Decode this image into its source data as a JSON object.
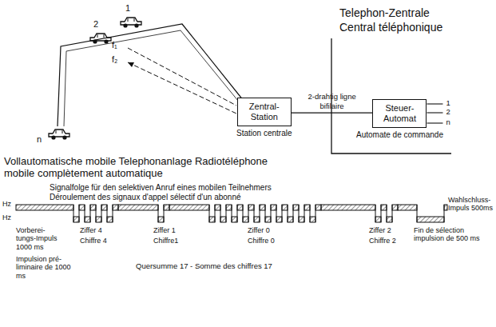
{
  "diagram": {
    "title": "Vollautomatische mobile Telephonanlage Radiotéléphone mobile complètement automatique",
    "nodes": [
      {
        "text": [
          "Zentral-Station",
          "Station centrale"
        ]
      },
      {
        "text": [
          "Steuer-Automat",
          "Automate de commande"
        ]
      }
    ],
    "edges": [
      {
        "from": 0,
        "to": 1,
        "label": "2-drahtig ligne bifilaire",
        "arrow": "none"
      }
    ],
    "labels": [
      "1",
      "2",
      "n",
      "f₁",
      "f₂",
      "Telephon-Zentrale",
      "Central téléphonique",
      "1",
      "2",
      "n",
      "Signalfolge für den selektiven Anruf eines mobilen Teilnehmers",
      "Déroulement des signaux d'appel sélectif d'un abonné",
      "Hz",
      "Hz",
      "Vorberei- tungs-Impuls 1000 ms",
      "Impulsion pré- liminaire de 1000 ms",
      "Ziffer 4",
      "Chiffre 4",
      "Ziffer 1",
      "Chiffre1",
      "Ziffer 0",
      "Chiffre 0",
      "Ziffer 2",
      "Chiffre 2",
      "Wahlschluss- Impuls 500ms",
      "Fin de sélection impulsion de 500 ms",
      "Quersumme 17 - Somme des chiffres 17"
    ]
  }
}
